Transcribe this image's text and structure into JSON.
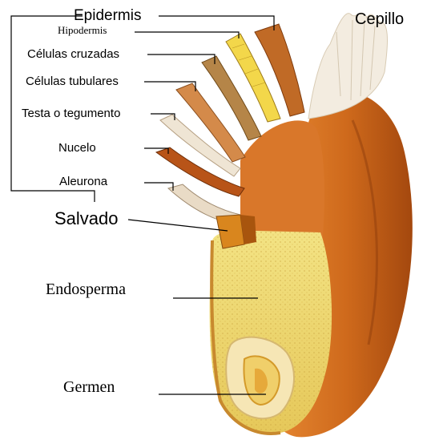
{
  "labels": {
    "epidermis": "Epidermis",
    "hipodermis": "Hipodermis",
    "cepillo": "Cepillo",
    "celulas_cruzadas": "Células cruzadas",
    "celulas_tubulares": "Células tubulares",
    "testa": "Testa o tegumento",
    "nucelo": "Nucelo",
    "aleurona": "Aleurona",
    "salvado": "Salvado",
    "endosperma": "Endosperma",
    "germen": "Germen"
  },
  "colors": {
    "bran_outer": "#b85a14",
    "bran_mid": "#d9772a",
    "bran_light": "#eea04c",
    "endosperm": "#f0dd7a",
    "endosperm_dark": "#d9b94a",
    "brush": "#f3ece0",
    "germ": "#f0cf6a",
    "leader_line": "#000000"
  }
}
